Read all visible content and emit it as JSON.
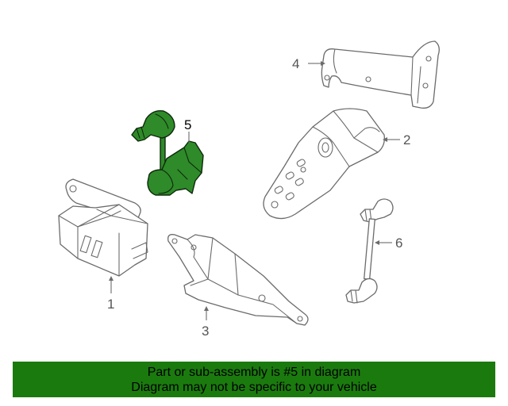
{
  "callouts": {
    "c1": "1",
    "c2": "2",
    "c3": "3",
    "c4": "4",
    "c5": "5",
    "c6": "6"
  },
  "banner": {
    "line1": "Part or sub-assembly is #5 in diagram",
    "line2": "Diagram may not be specific to your vehicle"
  },
  "colors": {
    "highlight": "#2f8a2a",
    "banner": "#1b7a0e",
    "line": "#6b6b6b"
  }
}
